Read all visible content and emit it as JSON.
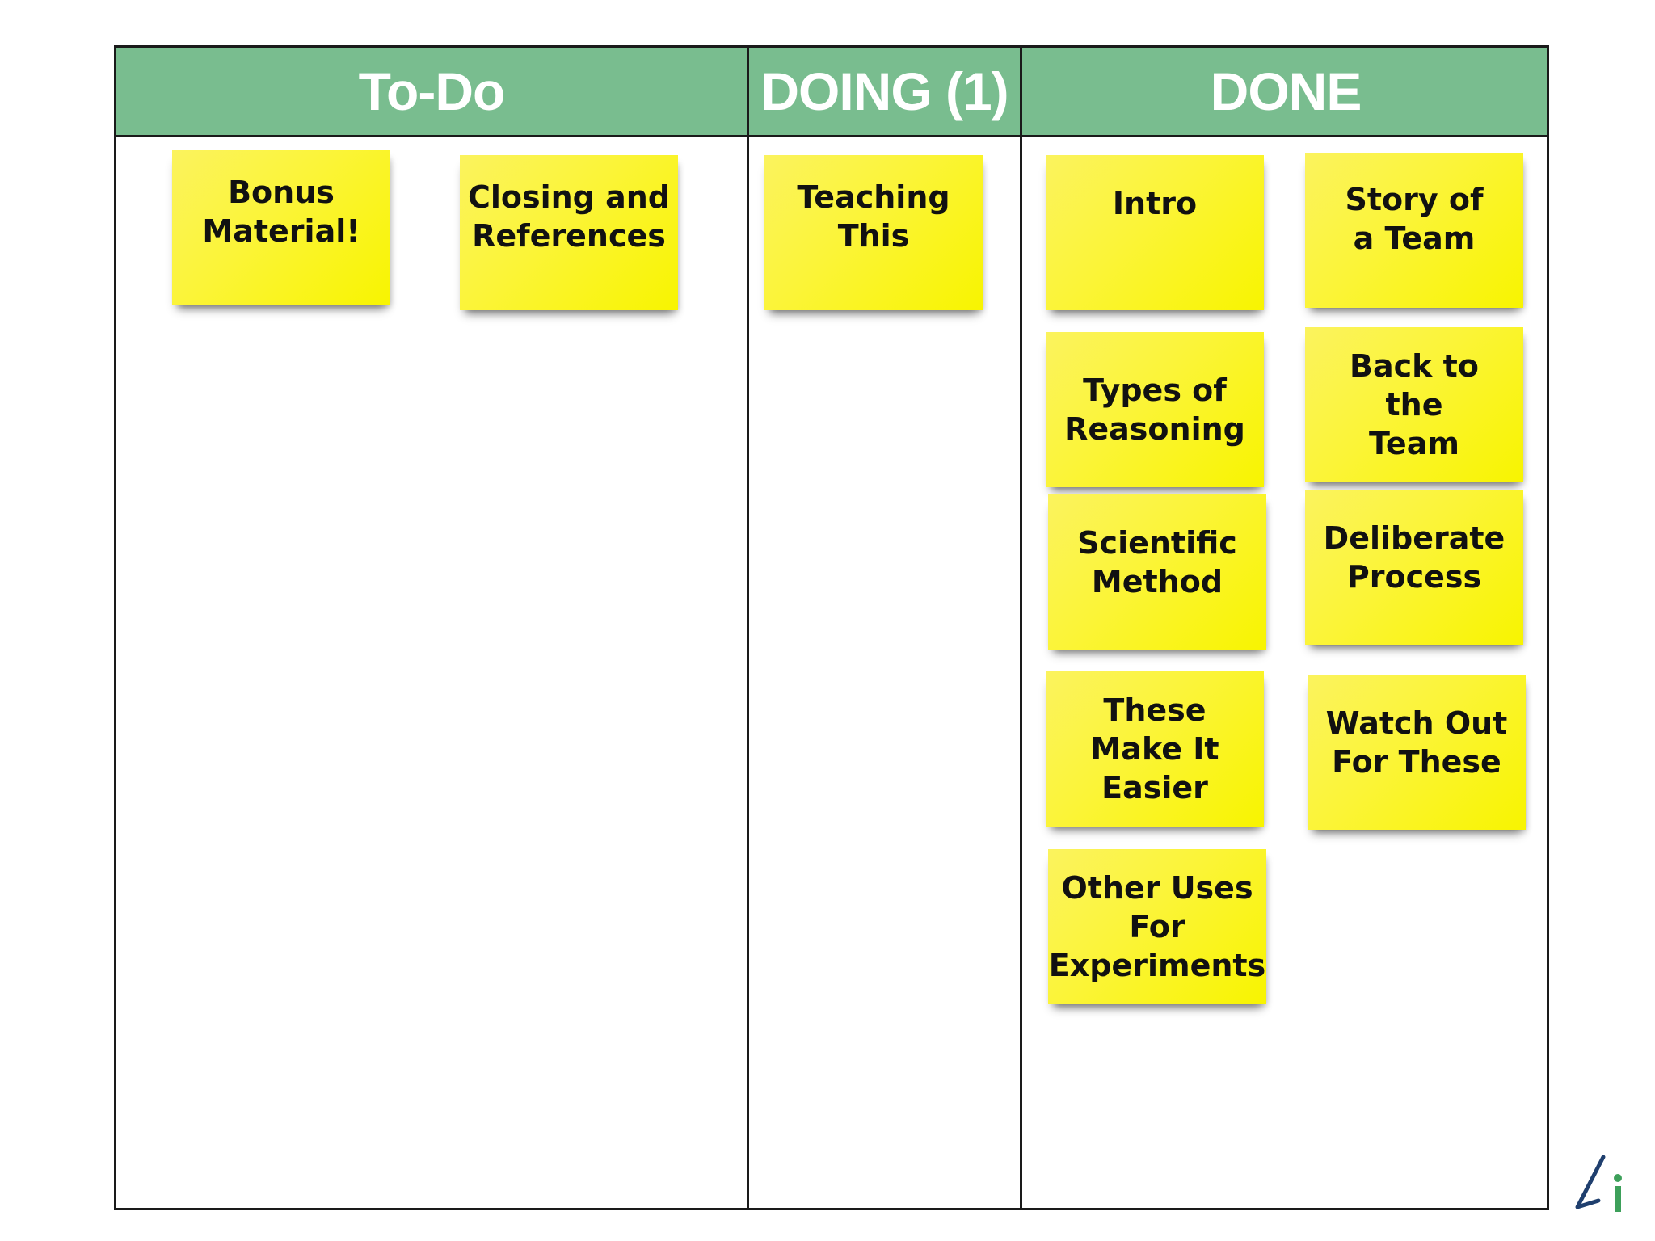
{
  "board": {
    "columns": [
      {
        "title": "To-Do"
      },
      {
        "title": "DOING (1)"
      },
      {
        "title": "DONE"
      }
    ]
  },
  "notes": {
    "todo": [
      {
        "label": "Bonus\nMaterial!"
      },
      {
        "label": "Closing and\nReferences"
      }
    ],
    "doing": [
      {
        "label": "Teaching\nThis"
      }
    ],
    "done": [
      {
        "label": "Intro"
      },
      {
        "label": "Story of\na Team"
      },
      {
        "label": "Types of\nReasoning"
      },
      {
        "label": "Back to\nthe\nTeam"
      },
      {
        "label": "Scientific\nMethod"
      },
      {
        "label": "Deliberate\nProcess"
      },
      {
        "label": "These\nMake It\nEasier"
      },
      {
        "label": "Watch Out\nFor These"
      },
      {
        "label": "Other Uses\nFor\nExperiments"
      }
    ]
  },
  "colors": {
    "header": "#79bd8f",
    "note": "#f8f400",
    "border": "#1a1a1a",
    "logo_blue": "#1f3f6e",
    "logo_green": "#3da05a"
  },
  "logo": {
    "icon": "li-logo-icon"
  }
}
